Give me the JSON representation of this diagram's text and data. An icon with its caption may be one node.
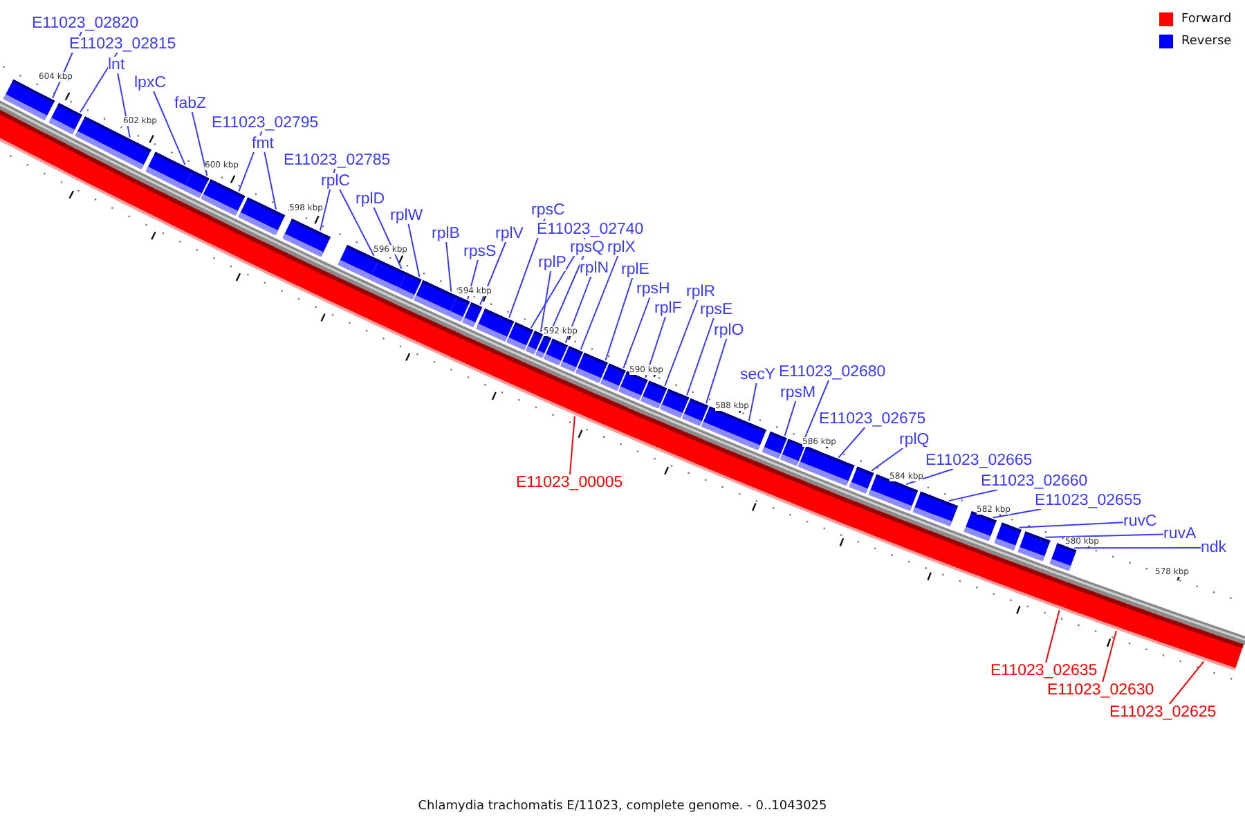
{
  "diagram": {
    "caption": "Chlamydia trachomatis E/11023, complete genome. - 0..1043025",
    "nodes": [
      {
        "text": [
          "E11023_02820"
        ]
      },
      {
        "text": [
          "E11023_02815"
        ]
      },
      {
        "text": [
          "lnt"
        ]
      },
      {
        "text": [
          "lpxC"
        ]
      },
      {
        "text": [
          "fabZ"
        ]
      },
      {
        "text": [
          "E11023_02795"
        ]
      },
      {
        "text": [
          "fmt"
        ]
      },
      {
        "text": [
          "E11023_02785"
        ]
      },
      {
        "text": [
          "rplC"
        ]
      },
      {
        "text": [
          "rplD"
        ]
      },
      {
        "text": [
          "rplW"
        ]
      },
      {
        "text": [
          "rplB"
        ]
      },
      {
        "text": [
          "rpsS"
        ]
      },
      {
        "text": [
          "rplV"
        ]
      },
      {
        "text": [
          "rpsC"
        ]
      },
      {
        "text": [
          "E11023_02740"
        ]
      },
      {
        "text": [
          "rplP"
        ]
      },
      {
        "text": [
          "rpsQ"
        ]
      },
      {
        "text": [
          "rplN"
        ]
      },
      {
        "text": [
          "rplX"
        ]
      },
      {
        "text": [
          "rplE"
        ]
      },
      {
        "text": [
          "rpsH"
        ]
      },
      {
        "text": [
          "rplF"
        ]
      },
      {
        "text": [
          "rplR"
        ]
      },
      {
        "text": [
          "rpsE"
        ]
      },
      {
        "text": [
          "rplO"
        ]
      },
      {
        "text": [
          "secY"
        ]
      },
      {
        "text": [
          "E11023_02680"
        ]
      },
      {
        "text": [
          "rpsM"
        ]
      },
      {
        "text": [
          "E11023_02675"
        ]
      },
      {
        "text": [
          "rplQ"
        ]
      },
      {
        "text": [
          "E11023_02665"
        ]
      },
      {
        "text": [
          "E11023_02660"
        ]
      },
      {
        "text": [
          "E11023_02655"
        ]
      },
      {
        "text": [
          "ruvC"
        ]
      },
      {
        "text": [
          "ruvA"
        ]
      },
      {
        "text": [
          "ndk"
        ]
      },
      {
        "text": [
          "E11023_00005"
        ]
      },
      {
        "text": [
          "E11023_02635"
        ]
      },
      {
        "text": [
          "E11023_02630"
        ]
      },
      {
        "text": [
          "E11023_02625"
        ]
      },
      {
        "text": [],
        "shape": "bar"
      },
      {
        "text": [],
        "shape": "bar"
      },
      {
        "text": [],
        "shape": "bar"
      },
      {
        "text": [],
        "shape": "bar"
      },
      {
        "text": [],
        "shape": "bar"
      },
      {
        "text": [],
        "shape": "bar"
      },
      {
        "text": [],
        "shape": "bar"
      },
      {
        "text": [],
        "shape": "bar"
      },
      {
        "text": [],
        "shape": "bar"
      },
      {
        "text": [],
        "shape": "bar"
      },
      {
        "text": [],
        "shape": "bar"
      },
      {
        "text": [],
        "shape": "bar"
      },
      {
        "text": [],
        "shape": "bar"
      },
      {
        "text": [],
        "shape": "bar"
      },
      {
        "text": [],
        "shape": "bar"
      },
      {
        "text": [],
        "shape": "bar"
      },
      {
        "text": [],
        "shape": "bar"
      },
      {
        "text": [],
        "shape": "bar"
      },
      {
        "text": [],
        "shape": "bar"
      },
      {
        "text": [],
        "shape": "bar"
      },
      {
        "text": [],
        "shape": "bar"
      },
      {
        "text": [],
        "shape": "bar"
      },
      {
        "text": [],
        "shape": "bar"
      },
      {
        "text": [],
        "shape": "bar"
      },
      {
        "text": [],
        "shape": "bar"
      },
      {
        "text": [],
        "shape": "bar"
      },
      {
        "text": [],
        "shape": "bar"
      },
      {
        "text": [],
        "shape": "bar"
      },
      {
        "text": [],
        "shape": "bar"
      },
      {
        "text": [],
        "shape": "bar"
      },
      {
        "text": [],
        "shape": "bar"
      },
      {
        "text": [],
        "shape": "bar"
      },
      {
        "text": [],
        "shape": "bar"
      },
      {
        "text": [],
        "shape": "bar"
      },
      {
        "text": [],
        "shape": "bar"
      },
      {
        "text": [],
        "shape": "bar"
      },
      {
        "text": [],
        "shape": "bar"
      },
      {
        "text": [],
        "shape": "bar"
      }
    ],
    "edges": [
      {
        "from": 0,
        "to": 41,
        "arrow": "none"
      },
      {
        "from": 1,
        "to": 42,
        "arrow": "none"
      },
      {
        "from": 2,
        "to": 43,
        "arrow": "none"
      },
      {
        "from": 3,
        "to": 44,
        "arrow": "none"
      },
      {
        "from": 4,
        "to": 45,
        "arrow": "none"
      },
      {
        "from": 5,
        "to": 46,
        "arrow": "none"
      },
      {
        "from": 6,
        "to": 47,
        "arrow": "none"
      },
      {
        "from": 7,
        "to": 48,
        "arrow": "none"
      },
      {
        "from": 8,
        "to": 49,
        "arrow": "none"
      },
      {
        "from": 9,
        "to": 50,
        "arrow": "none"
      },
      {
        "from": 10,
        "to": 51,
        "arrow": "none"
      },
      {
        "from": 11,
        "to": 52,
        "arrow": "none"
      },
      {
        "from": 12,
        "to": 53,
        "arrow": "none"
      },
      {
        "from": 13,
        "to": 54,
        "arrow": "none"
      },
      {
        "from": 14,
        "to": 55,
        "arrow": "none"
      },
      {
        "from": 15,
        "to": 56,
        "arrow": "none"
      },
      {
        "from": 16,
        "to": 57,
        "arrow": "none"
      },
      {
        "from": 17,
        "to": 58,
        "arrow": "none"
      },
      {
        "from": 18,
        "to": 59,
        "arrow": "none"
      },
      {
        "from": 19,
        "to": 60,
        "arrow": "none"
      },
      {
        "from": 20,
        "to": 61,
        "arrow": "none"
      },
      {
        "from": 21,
        "to": 62,
        "arrow": "none"
      },
      {
        "from": 22,
        "to": 63,
        "arrow": "none"
      },
      {
        "from": 23,
        "to": 64,
        "arrow": "none"
      },
      {
        "from": 24,
        "to": 65,
        "arrow": "none"
      },
      {
        "from": 25,
        "to": 66,
        "arrow": "none"
      },
      {
        "from": 26,
        "to": 67,
        "arrow": "none"
      },
      {
        "from": 27,
        "to": 69,
        "arrow": "none"
      },
      {
        "from": 28,
        "to": 68,
        "arrow": "none"
      },
      {
        "from": 29,
        "to": 70,
        "arrow": "none"
      },
      {
        "from": 30,
        "to": 71,
        "arrow": "none"
      },
      {
        "from": 31,
        "to": 72,
        "arrow": "none"
      },
      {
        "from": 32,
        "to": 73,
        "arrow": "none"
      },
      {
        "from": 33,
        "to": 74,
        "arrow": "none"
      },
      {
        "from": 34,
        "to": 75,
        "arrow": "none"
      },
      {
        "from": 35,
        "to": 76,
        "arrow": "none"
      },
      {
        "from": 36,
        "to": 77,
        "arrow": "none"
      },
      {
        "from": 37,
        "to": 78,
        "arrow": "none",
        "color": "#ff0000"
      },
      {
        "from": 38,
        "to": 78,
        "arrow": "none",
        "color": "#ff0000"
      },
      {
        "from": 39,
        "to": 78,
        "arrow": "none",
        "color": "#ff0000"
      },
      {
        "from": 40,
        "to": 78,
        "arrow": "none",
        "color": "#ff0000"
      }
    ],
    "labels": [
      "604 kbp",
      "602 kbp",
      "600 kbp",
      "598 kbp",
      "596 kbp",
      "594 kbp",
      "592 kbp",
      "590 kbp",
      "588 kbp",
      "586 kbp",
      "584 kbp",
      "582 kbp",
      "580 kbp",
      "578 kbp"
    ],
    "legend": [
      {
        "text": "Forward",
        "color": "#ff0000"
      },
      {
        "text": "Reverse",
        "color": "#0000ff"
      }
    ]
  }
}
